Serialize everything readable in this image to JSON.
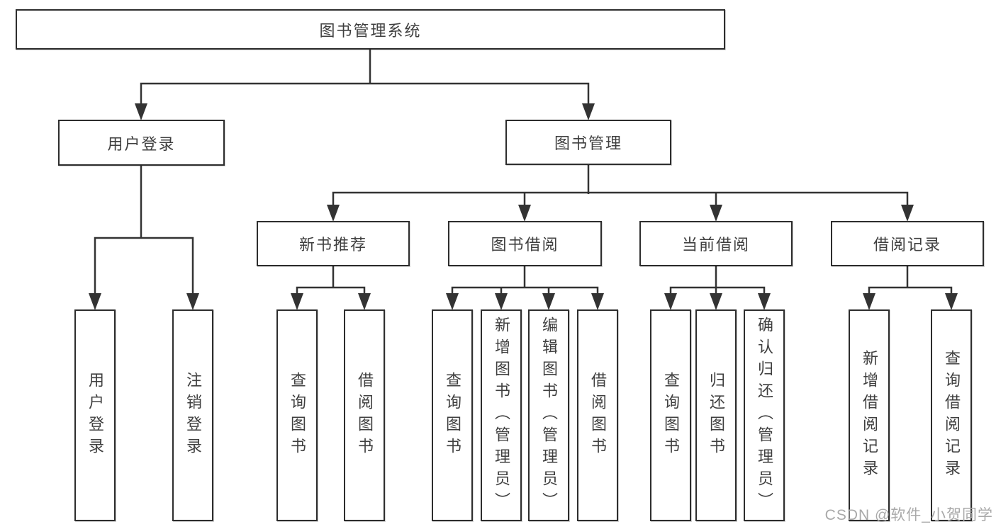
{
  "title": "图书管理系统",
  "level1": [
    {
      "label": "用户登录",
      "children": [
        "用户登录",
        "注销登录"
      ]
    },
    {
      "label": "图书管理"
    }
  ],
  "level2": [
    {
      "label": "新书推荐",
      "children": [
        "查询图书",
        "借阅图书"
      ]
    },
    {
      "label": "图书借阅",
      "children": [
        "查询图书",
        "新增图书（管理员）",
        "编辑图书（管理员）",
        "借阅图书"
      ]
    },
    {
      "label": "当前借阅",
      "children": [
        "查询图书",
        "归还图书",
        "确认归还（管理员）"
      ]
    },
    {
      "label": "借阅记录",
      "children": [
        "新增借阅记录",
        "查询借阅记录"
      ]
    }
  ],
  "watermark": "CSDN @软件_小贺同学",
  "colors": {
    "bg": "#ffffff",
    "line": "#333333",
    "border": "#2d2d2d",
    "box_fill": "#ffffff",
    "text": "#3f3f3f",
    "watermark": "#a9a9a9"
  }
}
